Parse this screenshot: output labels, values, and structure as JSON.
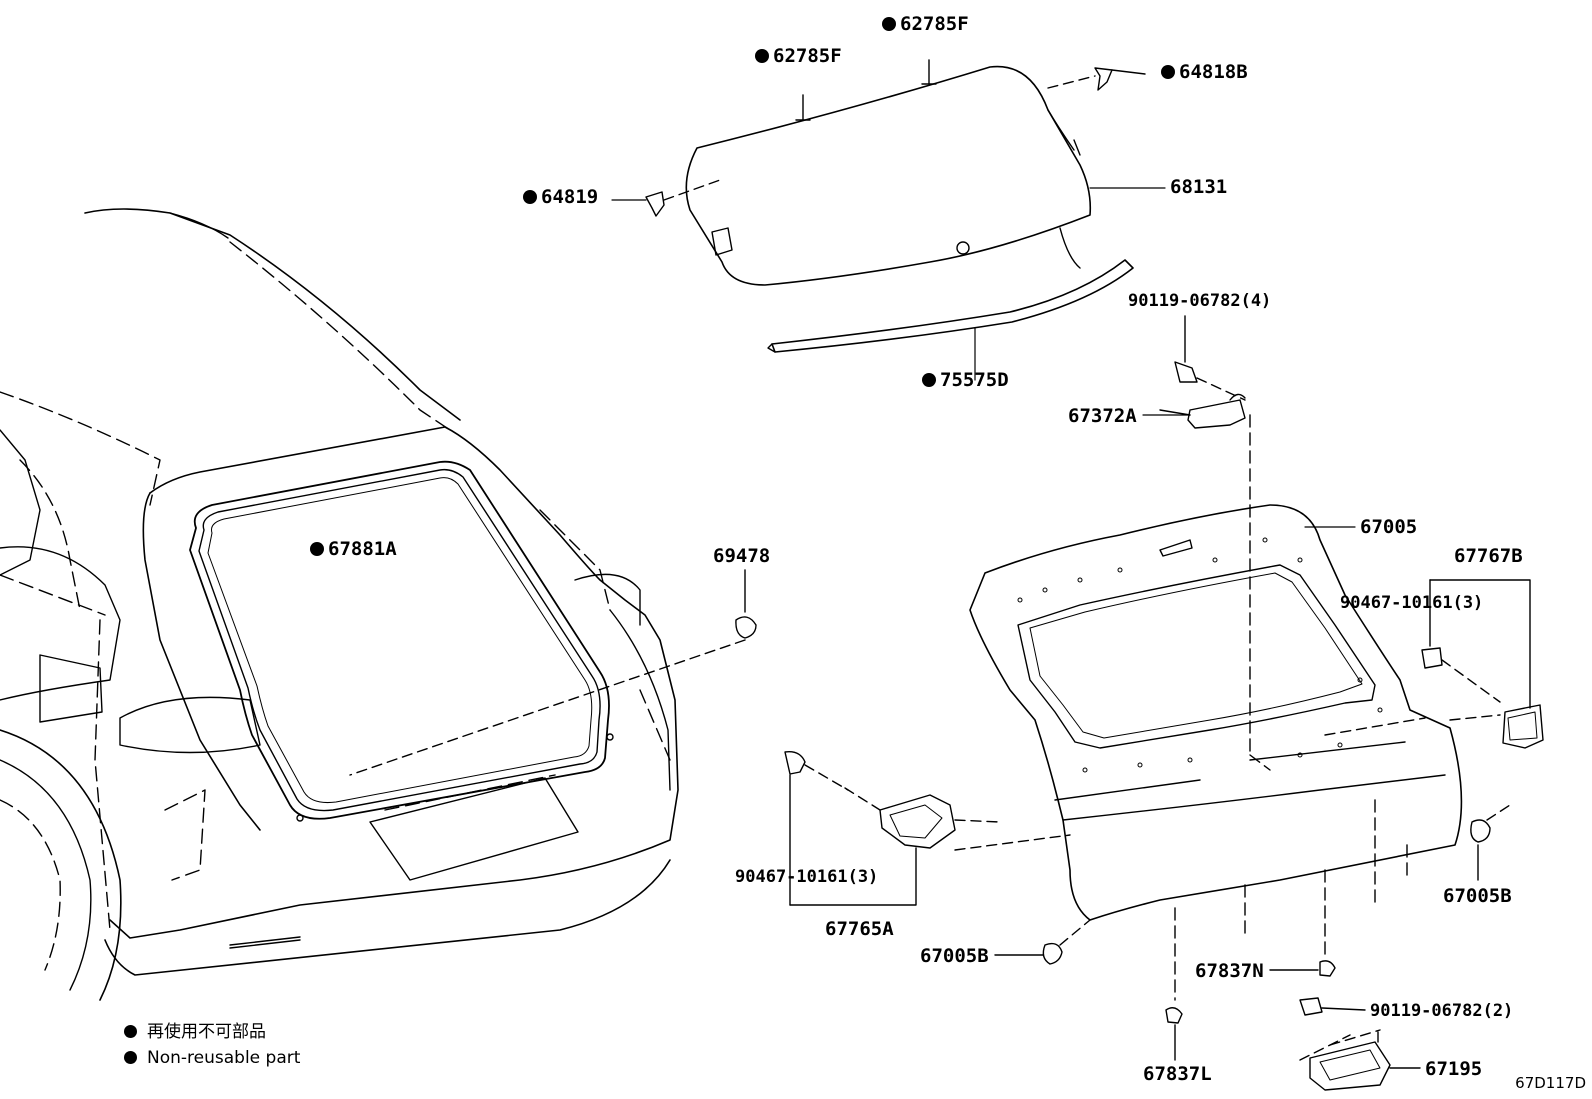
{
  "legend": {
    "jp": "再使用不可部品",
    "en": "Non-reusable part"
  },
  "diagram_code": "67D117D",
  "callouts": {
    "c62785F_a": "62785F",
    "c62785F_b": "62785F",
    "c64818B": "64818B",
    "c64819": "64819",
    "c68131": "68131",
    "c75575D": "75575D",
    "c90119_4": "90119-06782(4)",
    "c67372A": "67372A",
    "c67005": "67005",
    "c67767B": "67767B",
    "c90467_r": "90467-10161(3)",
    "c67881A": "67881A",
    "c69478": "69478",
    "c90467_l": "90467-10161(3)",
    "c67765A": "67765A",
    "c67005B_r": "67005B",
    "c67005B_l": "67005B",
    "c67837N": "67837N",
    "c90119_2": "90119-06782(2)",
    "c67837L": "67837L",
    "c67195": "67195"
  },
  "non_reusable": [
    "62785F",
    "64818B",
    "64819",
    "75575D",
    "67881A"
  ],
  "icons": {
    "non_reusable_marker": "filled-circle-icon"
  }
}
